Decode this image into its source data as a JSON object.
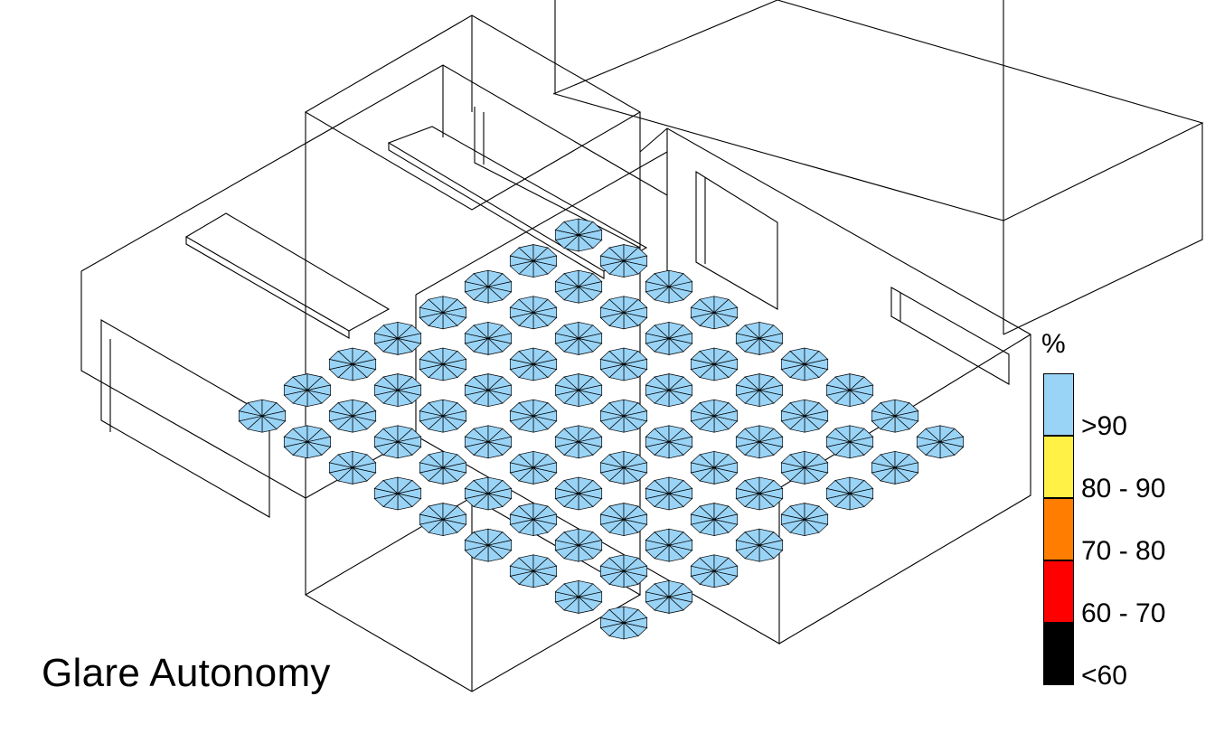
{
  "title": "Glare Autonomy",
  "legend": {
    "unit": "%",
    "bins": [
      {
        "label": ">90",
        "color": "#99d4f7"
      },
      {
        "label": "80 - 90",
        "color": "#fff146"
      },
      {
        "label": "70 - 80",
        "color": "#ff7d00"
      },
      {
        "label": "60 - 70",
        "color": "#ff0000"
      },
      {
        "label": "<60",
        "color": "#000000"
      }
    ]
  },
  "sensor_palette": [
    "#99d4f7",
    "#fff146",
    "#ff7d00",
    "#ff0000",
    "#000000"
  ]
}
